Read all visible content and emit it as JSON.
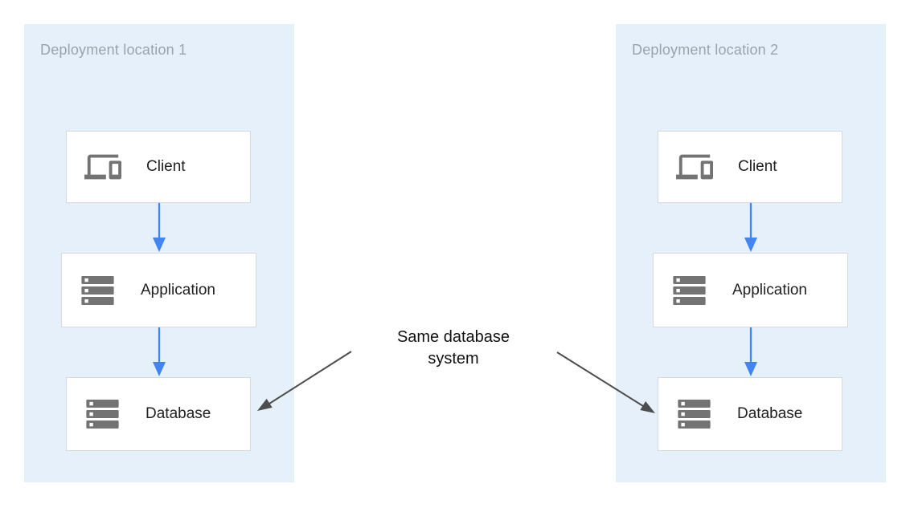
{
  "diagram": {
    "annotation": "Same database system",
    "panels": [
      {
        "label": "Deployment location 1",
        "nodes": [
          {
            "id": "client",
            "label": "Client",
            "icon": "devices-icon"
          },
          {
            "id": "application",
            "label": "Application",
            "icon": "server-stack-icon"
          },
          {
            "id": "database",
            "label": "Database",
            "icon": "server-stack-icon"
          }
        ]
      },
      {
        "label": "Deployment location 2",
        "nodes": [
          {
            "id": "client",
            "label": "Client",
            "icon": "devices-icon"
          },
          {
            "id": "application",
            "label": "Application",
            "icon": "server-stack-icon"
          },
          {
            "id": "database",
            "label": "Database",
            "icon": "server-stack-icon"
          }
        ]
      }
    ],
    "colors": {
      "panel_bg": "#e6f0fa",
      "panel_label": "#9aa3ad",
      "node_bg": "#ffffff",
      "node_border": "#d7d9db",
      "node_text": "#212121",
      "icon": "#737373",
      "flow_arrow": "#4284f3",
      "annotation_arrow": "#4d4d4d",
      "annotation_text": "#111111"
    }
  }
}
